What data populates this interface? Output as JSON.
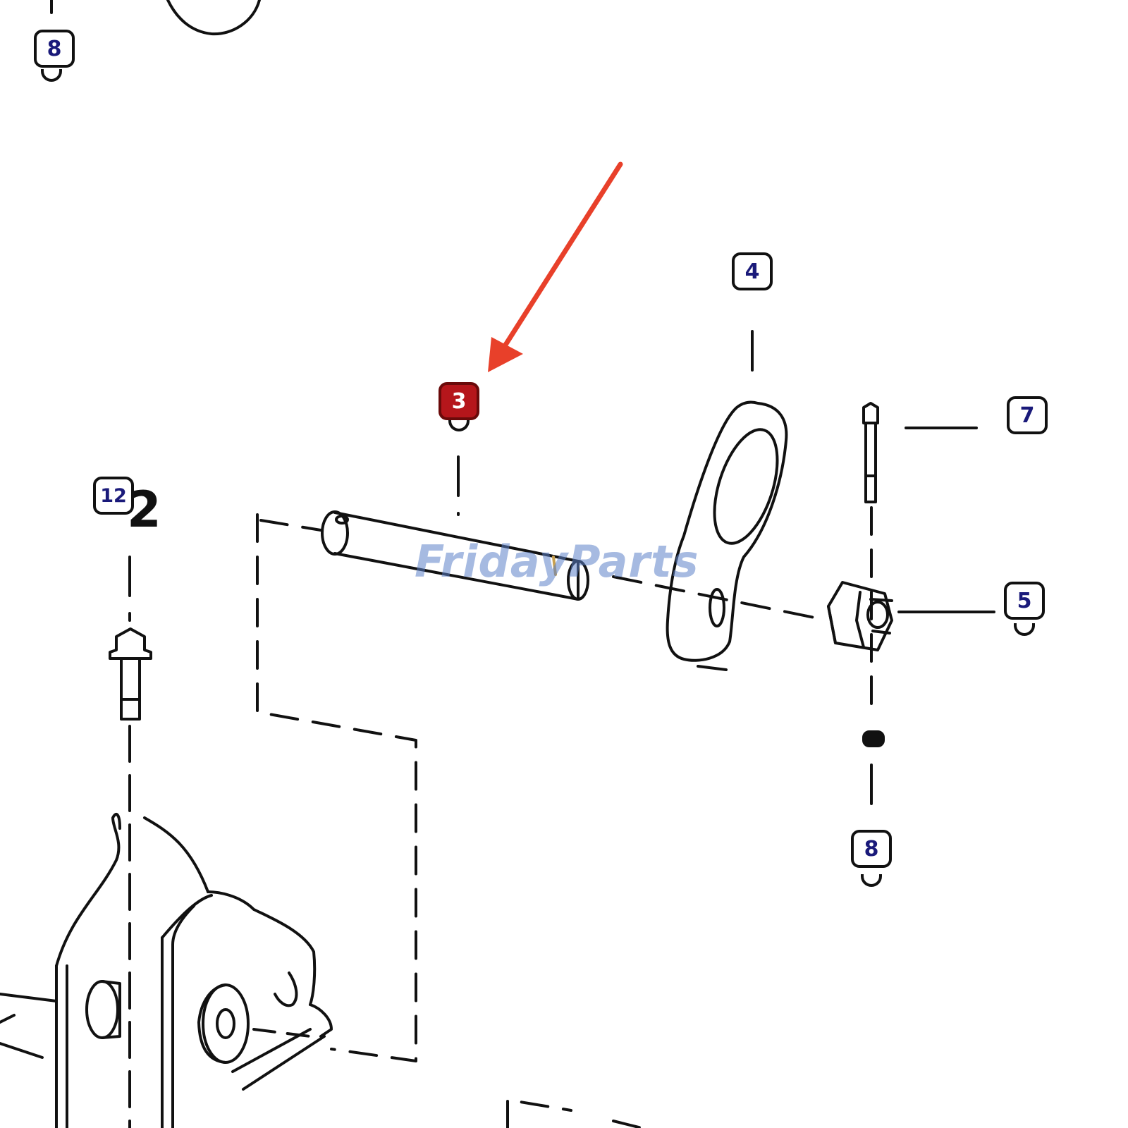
{
  "callouts": {
    "c8_top": "8",
    "c4": "4",
    "c3": "3",
    "c7": "7",
    "c12": "12",
    "c5": "5",
    "c8_bottom": "8"
  },
  "stray_label": "2",
  "watermark": {
    "part1": "Friday",
    "part2": "Parts"
  },
  "colors": {
    "highlight": "#b5161b",
    "arrow": "#e8402a",
    "callout_text": "#1a1a7a",
    "line": "#111111"
  },
  "highlighted_part": "3"
}
